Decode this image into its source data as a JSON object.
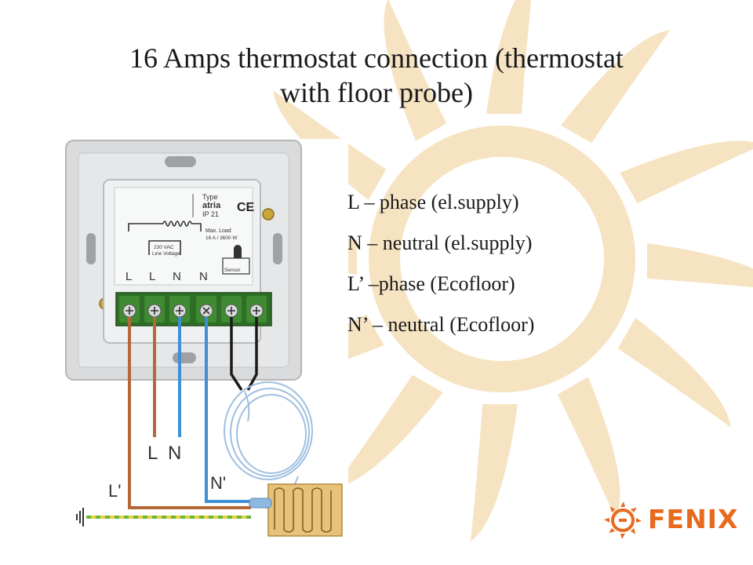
{
  "slide": {
    "title_line1": "16 Amps thermostat connection (thermostat",
    "title_line2": "with floor probe)"
  },
  "legend": {
    "items": [
      "L – phase (el.supply)",
      "N – neutral (el.supply)",
      "L’ –phase (Ecofloor)",
      "N’ – neutral (Ecofloor)"
    ]
  },
  "diagram": {
    "device": {
      "type_label": "Type",
      "model": "atria",
      "ip_rating": "IP 21",
      "ce_mark": "CE",
      "max_load_label": "Max. Load",
      "max_load_value": "16 A / 3600 W",
      "voltage_value": "230 VAC",
      "voltage_label": "Line Voltage",
      "sensor_label": "Sensor",
      "terminal_labels": [
        "L",
        "L",
        "N",
        "N"
      ]
    },
    "wire_labels": {
      "supply_l": "L",
      "supply_n": "N",
      "heater_l": "L'",
      "heater_n": "N'"
    }
  },
  "logo": {
    "text": "FENIX"
  },
  "colors": {
    "sun": "#f6e3c2",
    "brown_wire": "#b5683a",
    "blue_wire": "#3f8fd6",
    "earth_green": "#6bb53a",
    "earth_yellow": "#e8d23a",
    "terminal_green": "#3f8a32",
    "heater_mat": "#e8c27a",
    "logo_orange": "#e86a1e"
  }
}
